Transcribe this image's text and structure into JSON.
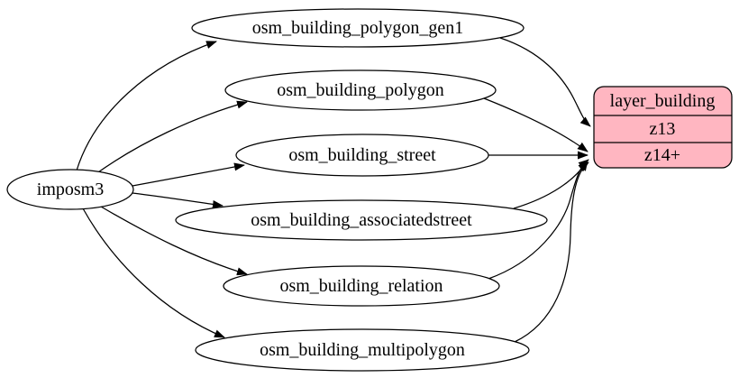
{
  "diagram": {
    "colors": {
      "background": "#ffffff",
      "node_fill": "#ffffff",
      "node_stroke": "#000000",
      "edge": "#000000",
      "text": "#000000",
      "record_fill": "#ffb6c1",
      "record_stroke": "#000000"
    },
    "source_node": {
      "label": "imposm3"
    },
    "table_nodes": [
      {
        "label": "osm_building_polygon_gen1"
      },
      {
        "label": "osm_building_polygon"
      },
      {
        "label": "osm_building_street"
      },
      {
        "label": "osm_building_associatedstreet"
      },
      {
        "label": "osm_building_relation"
      },
      {
        "label": "osm_building_multipolygon"
      }
    ],
    "record_node": {
      "title": "layer_building",
      "rows": [
        "z13",
        "z14+"
      ]
    },
    "edges": [
      {
        "from": "imposm3",
        "to": "osm_building_polygon_gen1"
      },
      {
        "from": "imposm3",
        "to": "osm_building_polygon"
      },
      {
        "from": "imposm3",
        "to": "osm_building_street"
      },
      {
        "from": "imposm3",
        "to": "osm_building_associatedstreet"
      },
      {
        "from": "imposm3",
        "to": "osm_building_relation"
      },
      {
        "from": "imposm3",
        "to": "osm_building_multipolygon"
      },
      {
        "from": "osm_building_polygon_gen1",
        "to": "layer_building:z13"
      },
      {
        "from": "osm_building_polygon",
        "to": "layer_building:z14+"
      },
      {
        "from": "osm_building_street",
        "to": "layer_building:z14+"
      },
      {
        "from": "osm_building_associatedstreet",
        "to": "layer_building:z14+"
      },
      {
        "from": "osm_building_relation",
        "to": "layer_building:z14+"
      },
      {
        "from": "osm_building_multipolygon",
        "to": "layer_building:z14+"
      }
    ]
  }
}
